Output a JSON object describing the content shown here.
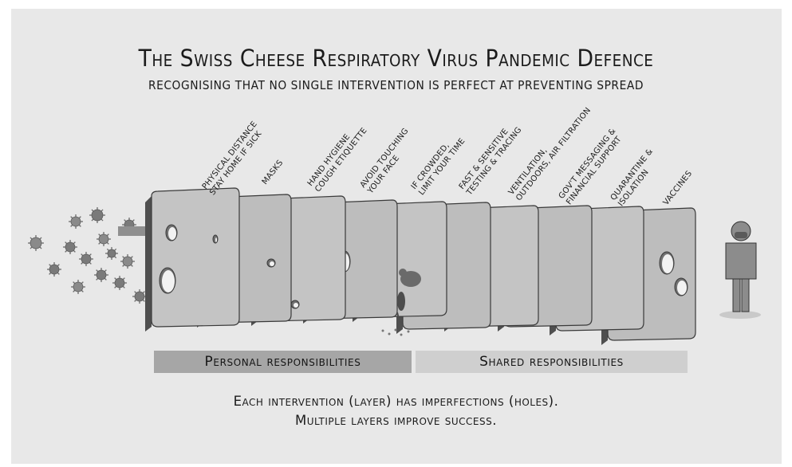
{
  "title": "The Swiss Cheese Respiratory Virus Pandemic Defence",
  "subtitle": "RECOGNISING THAT NO SINGLE INTERVENTION IS PERFECT AT PREVENTING SPREAD",
  "layers": [
    {
      "line1": "Physical distance",
      "line2": "Stay home if sick"
    },
    {
      "line1": "Masks",
      "line2": ""
    },
    {
      "line1": "Hand hygiene",
      "line2": "Cough etiquette"
    },
    {
      "line1": "Avoid touching",
      "line2": "your face"
    },
    {
      "line1": "If crowded,",
      "line2": "limit your time"
    },
    {
      "line1": "Fast & sensitive",
      "line2": "testing & tracing"
    },
    {
      "line1": "Ventilation,",
      "line2": "outdoors, air filtration"
    },
    {
      "line1": "Gov't messaging &",
      "line2": "financial support"
    },
    {
      "line1": "Quarantine &",
      "line2": "isolation"
    },
    {
      "line1": "Vaccines",
      "line2": ""
    }
  ],
  "groups": {
    "personal": "Personal responsibilities",
    "shared": "Shared responsibilities"
  },
  "footer": {
    "line1": "Each intervention (layer) has imperfections (holes).",
    "line2": "Multiple layers improve success."
  }
}
